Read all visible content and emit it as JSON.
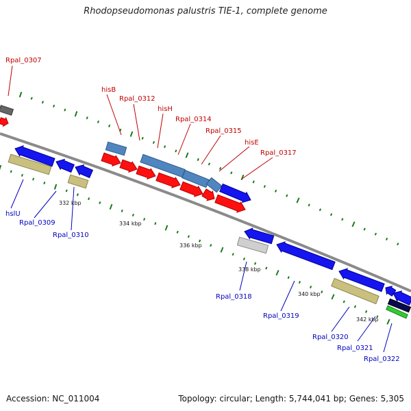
{
  "title": "Rhodopseudomonas palustris TIE-1, complete genome",
  "accession": "Accession: NC_011004",
  "topology": "Topology: circular; Length: 5,744,041 bp; Genes: 5,305",
  "colors": {
    "forward_label": "#c00000",
    "reverse_label": "#0000c0",
    "backbone": "#888888",
    "tick": "#1a7a1a"
  },
  "scale_labels": [
    "332 kbp",
    "334 kbp",
    "336 kbp",
    "338 kbp",
    "340 kbp",
    "342 kbp"
  ],
  "forward_gene_labels": [
    "Rpal_0307",
    "hisB",
    "Rpal_0312",
    "hisH",
    "Rpal_0314",
    "Rpal_0315",
    "hisE",
    "Rpal_0317"
  ],
  "reverse_gene_labels": [
    "hslU",
    "Rpal_0309",
    "Rpal_0310",
    "Rpal_0318",
    "Rpal_0319",
    "Rpal_0320",
    "Rpal_0321",
    "Rpal_0322"
  ]
}
